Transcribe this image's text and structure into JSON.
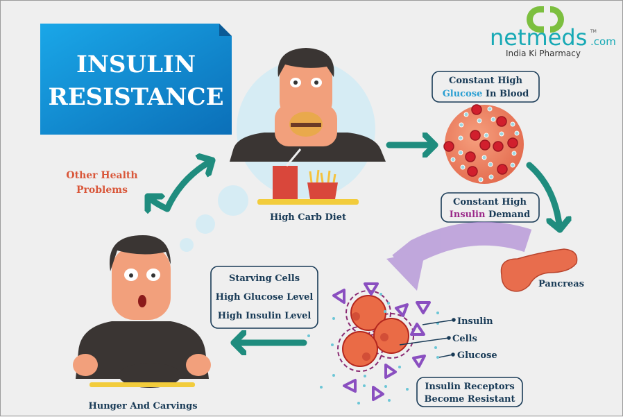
{
  "title": {
    "line1": "INSULIN",
    "line2": "RESISTANCE"
  },
  "logo": {
    "brand": "netmeds",
    "tld": ".com",
    "tm": "TM",
    "tagline": "India Ki Pharmacy"
  },
  "steps": {
    "high_carb_diet": "High Carb Diet",
    "glucose_box": {
      "line1": "Constant High",
      "word_highlight": "Glucose",
      "rest": " In Blood"
    },
    "insulin_box": {
      "line1": "Constant High",
      "word_highlight": "Insulin",
      "rest": " Demand"
    },
    "pancreas": "Pancreas",
    "legend": {
      "insulin": "Insulin",
      "cells": "Cells",
      "glucose": "Glucose"
    },
    "receptors_box": {
      "line1": "Insulin Receptors",
      "line2": "Become Resistant"
    },
    "starving_box": {
      "line1": "Starving Cells",
      "line2": "High Glucose Level",
      "line3": "High Insulin Level"
    },
    "hunger": "Hunger And Carvings",
    "other_health": {
      "line1": "Other Health",
      "line2": "Problems"
    }
  },
  "colors": {
    "teal": "#1f8c7e",
    "blue": "#1a8fd6",
    "navy": "#183a56",
    "orange": "#d9573a",
    "purple": "#8a4fc0",
    "green": "#7cbf3f"
  }
}
